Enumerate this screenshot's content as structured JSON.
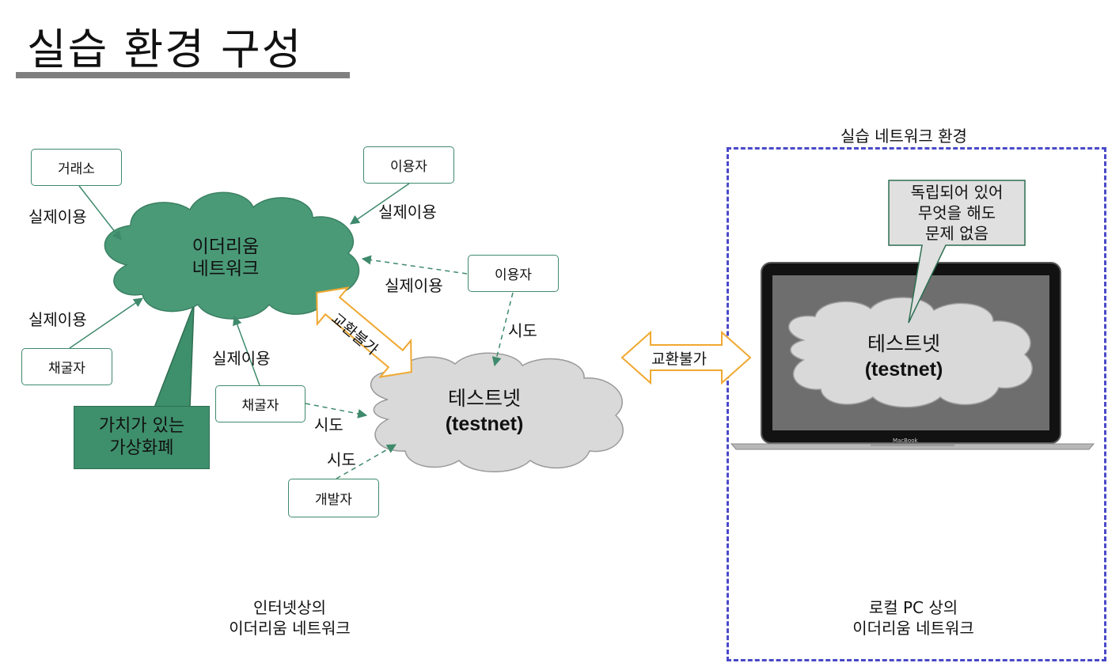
{
  "title": "실습 환경 구성",
  "nodes": {
    "exchange": "거래소",
    "user_top": "이용자",
    "user_mid": "이용자",
    "miner_left": "채굴자",
    "miner_center": "채굴자",
    "developer": "개발자"
  },
  "clouds": {
    "ethereum": {
      "line1": "이더리움",
      "line2": "네트워크"
    },
    "testnet": {
      "line1": "테스트넷",
      "line2": "(testnet)"
    },
    "laptop_testnet": {
      "line1": "테스트넷",
      "line2": "(testnet)"
    }
  },
  "edge_labels": {
    "exchange_use": "실제이용",
    "user_top_use": "실제이용",
    "user_mid_use": "실제이용",
    "miner_left_use": "실제이용",
    "miner_center_use": "실제이용",
    "user_mid_try": "시도",
    "miner_center_try": "시도",
    "developer_try": "시도"
  },
  "exchange_arrows": {
    "diagonal": "교환불가",
    "horizontal": "교환불가"
  },
  "callouts": {
    "value": [
      "가치가 있는",
      "가상화폐"
    ],
    "independent": [
      "독립되어 있어",
      "무엇을 해도",
      "문제 없음"
    ]
  },
  "laptop_brand": "MacBook",
  "practice_env_label": "실습 네트워크 환경",
  "captions": {
    "internet": [
      "인터넷상의",
      "이더리움 네트워크"
    ],
    "local": [
      "로컬 PC 상의",
      "이더리움 네트워크"
    ]
  },
  "colors": {
    "green_cloud": "#4a9a78",
    "green_callout": "#3e8f6c",
    "gray_cloud": "#d9d9d9",
    "arrow_orange": "#f0a830",
    "dashed_frame": "#4a4ac8",
    "edge_green": "#3f8a6c"
  }
}
